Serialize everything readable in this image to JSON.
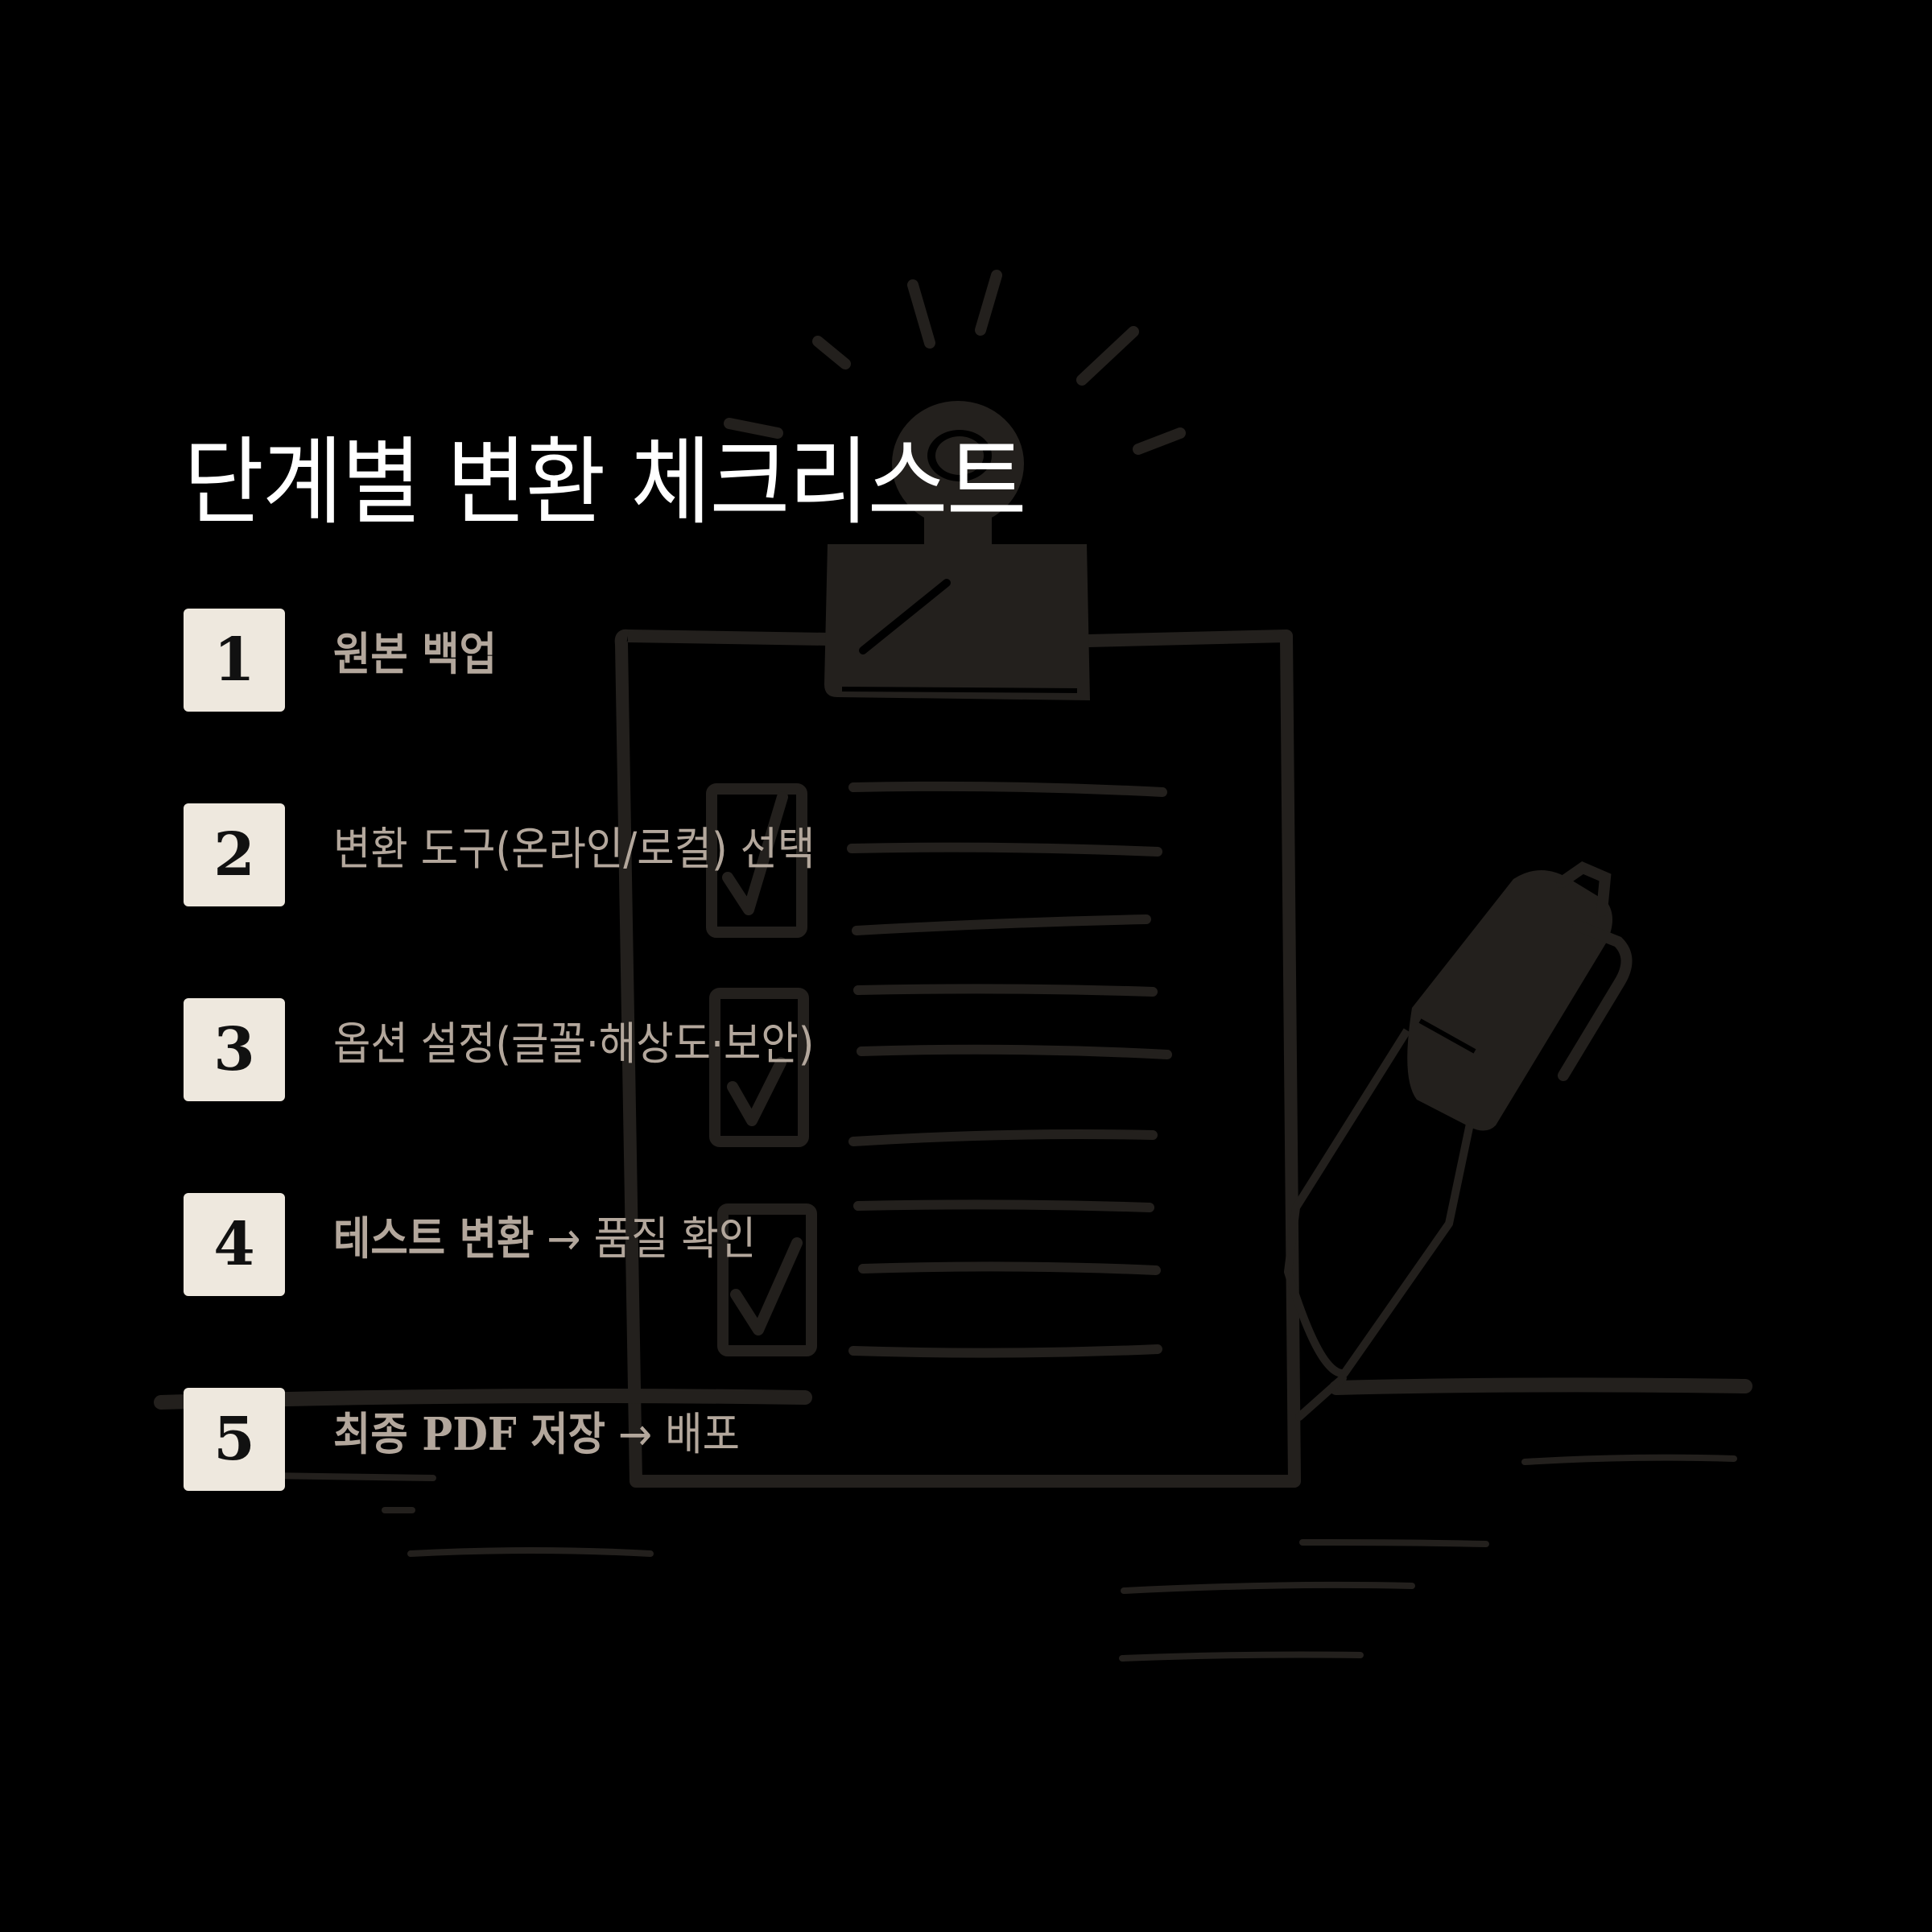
{
  "slide": {
    "title": "단계별 변환 체크리스트",
    "background_color": "#000000",
    "title_color": "#FFFFFF",
    "badge_color": "#EEE8DE",
    "text_color": "#B3A79C",
    "illustration_color": "#23201D"
  },
  "steps": [
    {
      "number": "1",
      "bold": "원본 백업",
      "arrow": "",
      "rest": ""
    },
    {
      "number": "2",
      "bold": "",
      "arrow": "",
      "rest": "변환 도구(온라인/로컬) 선택"
    },
    {
      "number": "3",
      "bold": "",
      "arrow": "",
      "rest": "옵션 설정(글꼴·해상도·보안)"
    },
    {
      "number": "4",
      "bold": "테스트 변환",
      "arrow": " → ",
      "rest": "품질 확인"
    },
    {
      "number": "5",
      "bold_pre": "최종 ",
      "bold_latin": "PDF",
      "bold_post": " 저장",
      "arrow": " → ",
      "rest": "배포"
    }
  ],
  "illustration": {
    "subject": "clipboard-checklist-with-pen",
    "icons": [
      "clipboard-icon",
      "checkbox-checked-icon",
      "pen-icon",
      "sparkle-rays-icon"
    ]
  }
}
